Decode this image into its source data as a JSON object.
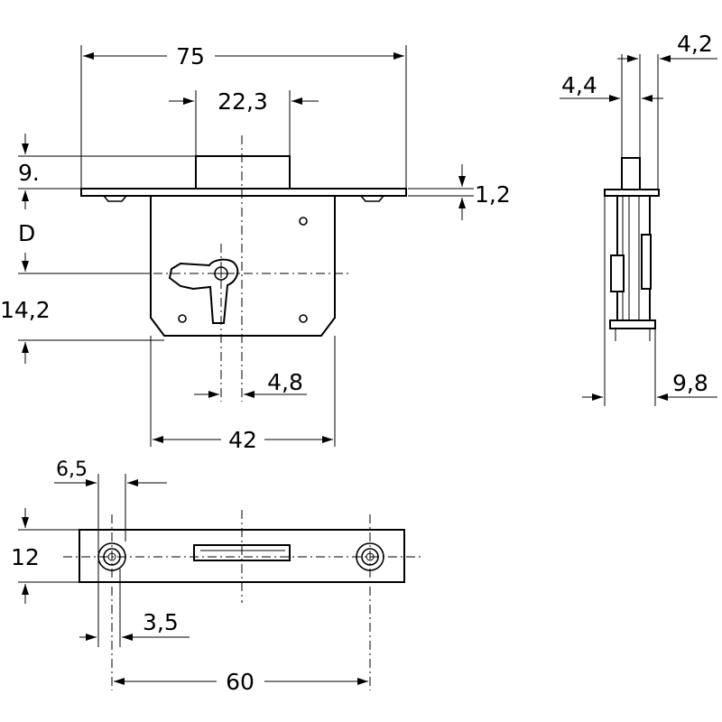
{
  "dimensions": {
    "width_75": "75",
    "keyhole_22_3": "22,3",
    "top_9": "9.",
    "plate_1_2": "1,2",
    "depth_D": "D",
    "height_14_2": "14,2",
    "offset_4_8": "4,8",
    "case_42": "42",
    "side_4_4": "4,4",
    "side_4_2": "4,2",
    "side_9_8": "9,8",
    "hole_6_5": "6,5",
    "plate_12": "12",
    "hole_3_5": "3,5",
    "spacing_60": "60"
  }
}
